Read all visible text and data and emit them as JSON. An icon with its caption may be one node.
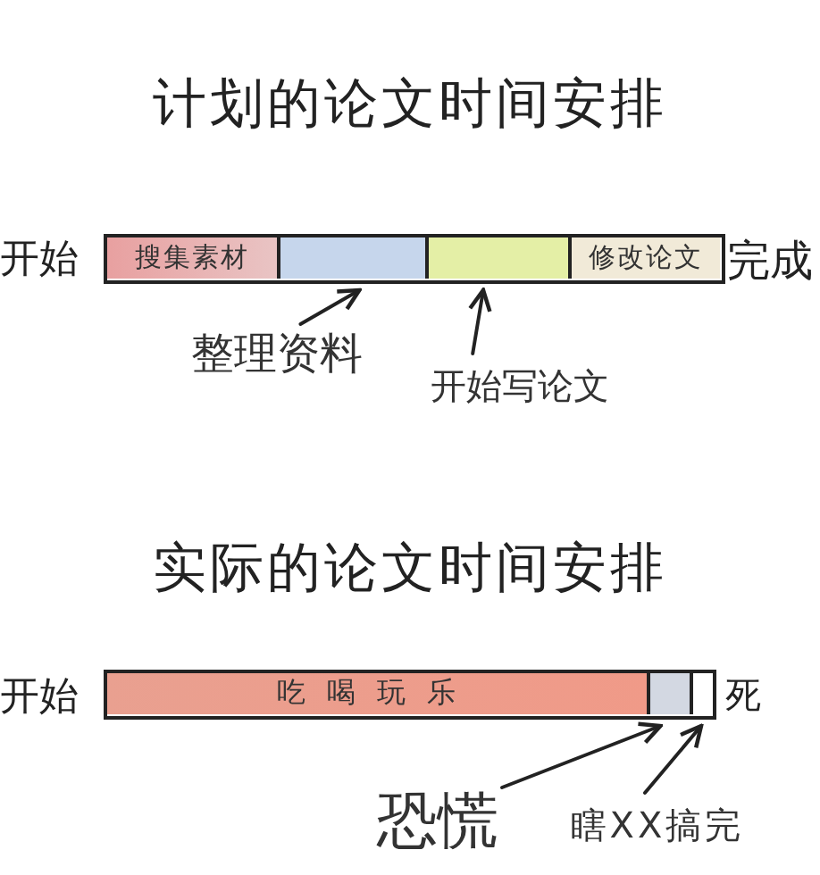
{
  "diagram": {
    "title": "计划的论文时间安排",
    "nodes": [
      {
        "text": [],
        "shape": "bar"
      },
      {
        "text": [
          "搜集素材"
        ],
        "in": 0
      },
      {
        "text": [],
        "shape": "box",
        "in": 0
      },
      {
        "text": [],
        "shape": "box",
        "in": 0
      },
      {
        "text": [
          "修改论文"
        ],
        "in": 0
      },
      {
        "text": [
          "整理资料"
        ]
      },
      {
        "text": [
          "开始写论文"
        ]
      },
      {
        "text": [],
        "shape": "bar"
      },
      {
        "text": [
          "吃喝玩乐"
        ],
        "in": 7
      },
      {
        "text": [],
        "shape": "box",
        "in": 7
      },
      {
        "text": [],
        "shape": "box",
        "in": 7
      },
      {
        "text": [
          "恐慌"
        ]
      },
      {
        "text": [
          "瞎XX搞完"
        ]
      }
    ],
    "edges": [
      {
        "from": 5,
        "to": 2,
        "arrow": "to"
      },
      {
        "from": 6,
        "to": 3,
        "arrow": "to"
      },
      {
        "from": 11,
        "to": 9,
        "arrow": "to"
      },
      {
        "from": 12,
        "to": 10,
        "arrow": "to"
      }
    ],
    "labels": [
      "开始",
      "完成",
      "实际的论文时间安排",
      "开始",
      "死"
    ]
  }
}
